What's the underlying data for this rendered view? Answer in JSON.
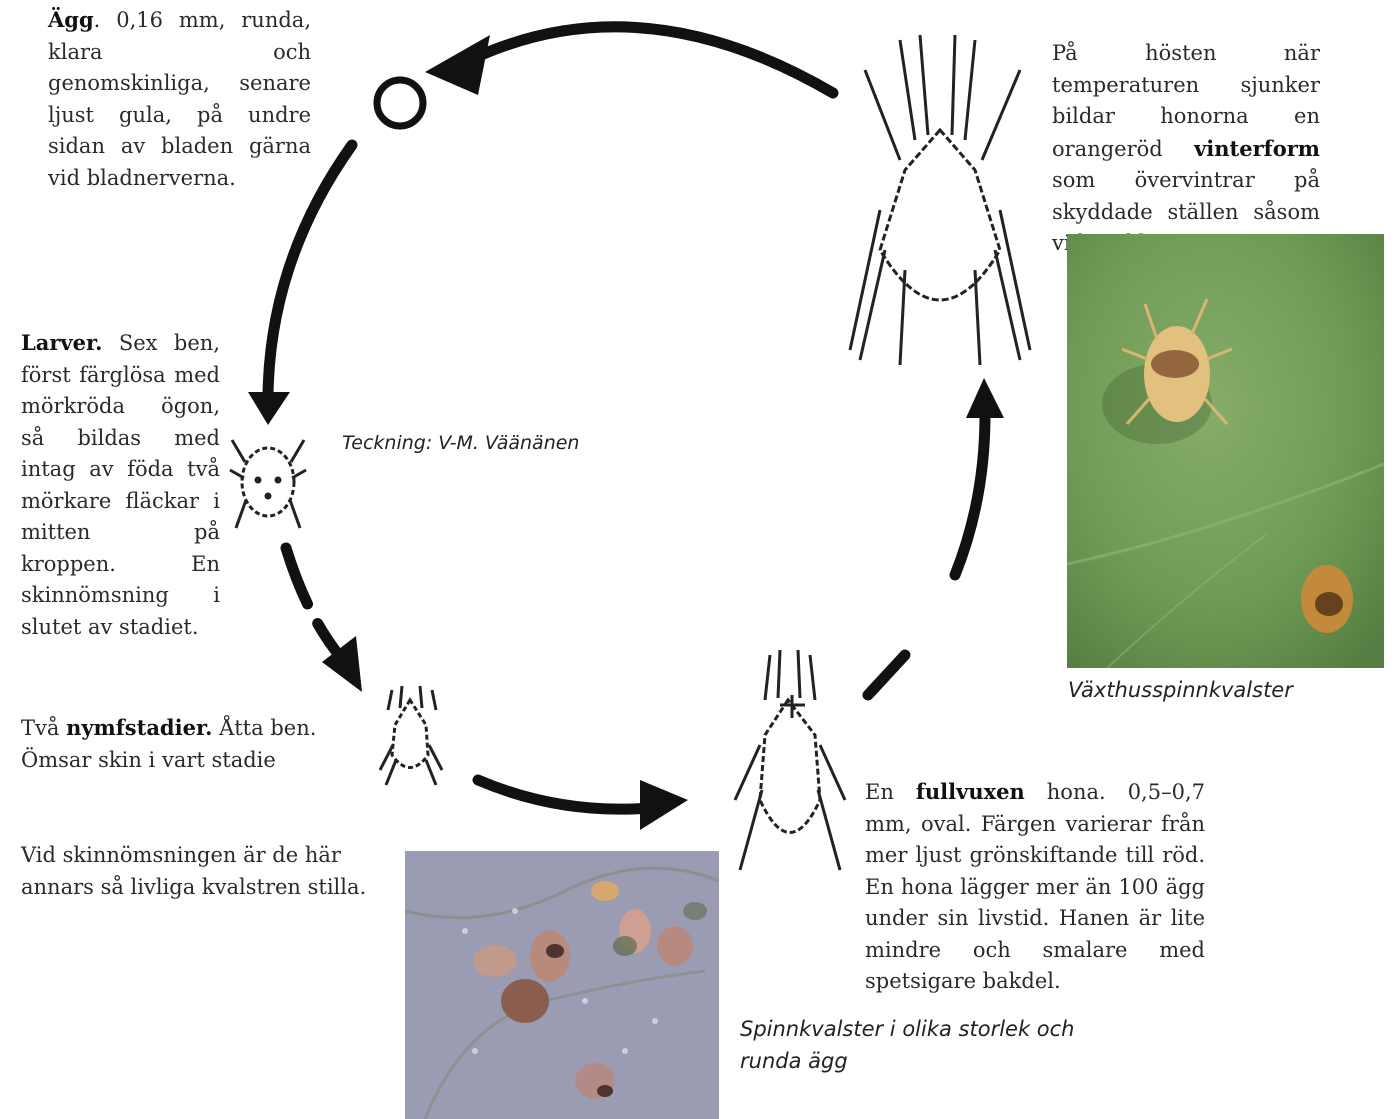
{
  "egg_text": {
    "bold": "Ägg",
    "text": ". 0,16 mm, runda, klara och genomskinliga, senare ljust gula, på undre sidan av bladen gärna vid bladnerverna."
  },
  "autumn_text": {
    "pre": "På hösten när temperaturen sjunker bildar honorna en orangeröd ",
    "bold": "vinterform",
    "post": " som övervintrar på skyddade ställen såsom vid socklar."
  },
  "larvae_text": {
    "bold": "Larver.",
    "text": " Sex ben, först färglösa med mörkröda ögon, så bildas med intag av föda två mörkare fläckar i mitten på kroppen. En skinnömsning i slutet av stadiet."
  },
  "drawing_credit": "Teckning: V-M. Väänänen",
  "nymph_text": {
    "pre": "Två ",
    "bold": "nymfstadier.",
    "post": " Åtta ben. Ömsar skin i vart stadie"
  },
  "molting_text": "Vid skinnömsningen är de här annars så livliga kvalstren stilla.",
  "adult_text": {
    "pre": "En ",
    "bold": "fullvuxen",
    "post": " hona. 0,5–0,7 mm, oval. Färgen varierar från mer ljust grönskiftande till röd. En hona lägger mer än 100 ägg under sin livstid. Hanen är lite mindre och smalare med spetsigare bakdel."
  },
  "photo_right_caption": "Växthusspinnkvalster",
  "photo_bottom_caption": "Spinnkvalster i olika storlek och runda ägg",
  "colors": {
    "leaf_green": "#6f9a55",
    "leaf_blue_grey": "#9a9cb4",
    "mite_orange": "#d9a96a"
  }
}
